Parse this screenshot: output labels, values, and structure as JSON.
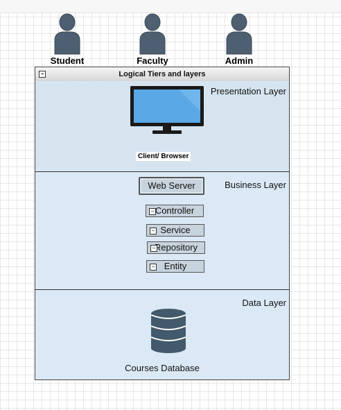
{
  "actors": [
    {
      "label": "Student"
    },
    {
      "label": "Faculty"
    },
    {
      "label": "Admin"
    }
  ],
  "container": {
    "title": "Logical Tiers and layers",
    "collapse_symbol": "−"
  },
  "layers": {
    "presentation": {
      "title": "Presentation Layer",
      "client_label": "Client/ Browser"
    },
    "business": {
      "title": "Business Layer",
      "web_server": "Web Server",
      "components": [
        "Controller",
        "Service",
        "Repository",
        "Entity"
      ]
    },
    "data": {
      "title": "Data Layer",
      "database_label": "Courses Database"
    }
  },
  "colors": {
    "actor": "#4d5f70",
    "monitor_screen": "#5aa8e6",
    "database": "#425a6b",
    "layer_fill": "#d7e5f2",
    "component_fill": "#c7d3dd"
  },
  "icons": [
    "user-icon",
    "monitor-icon",
    "database-icon"
  ]
}
